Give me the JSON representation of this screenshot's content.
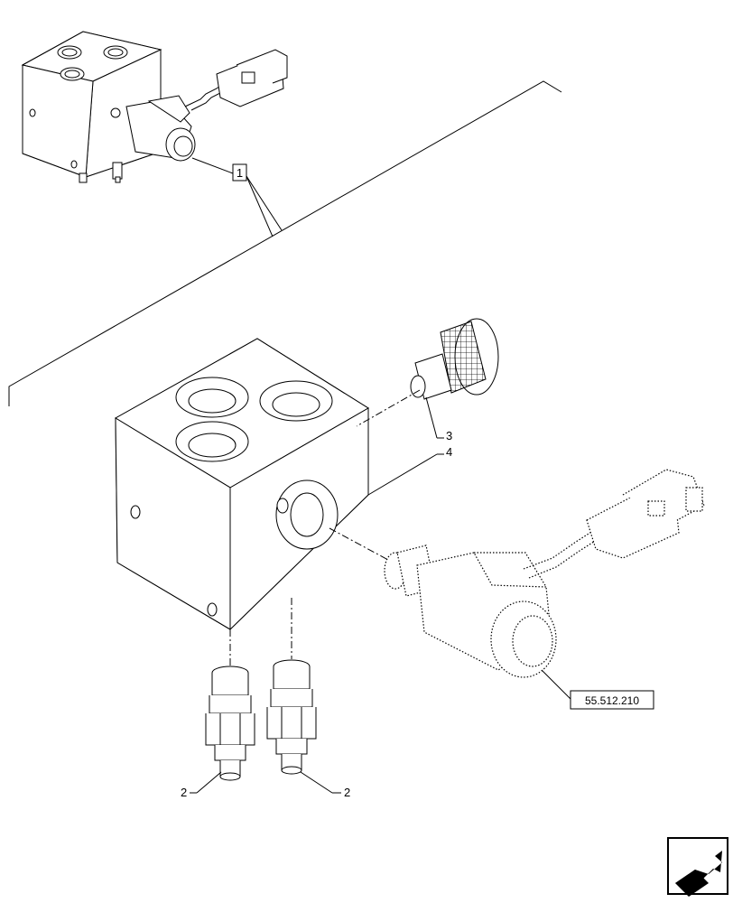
{
  "callouts": {
    "item_1": "1",
    "item_2a": "2",
    "item_2b": "2",
    "item_3": "3",
    "item_4": "4"
  },
  "reference": {
    "solenoid_ref": "55.512.210"
  },
  "icons": {
    "navigation": "jump-arrow-icon"
  }
}
